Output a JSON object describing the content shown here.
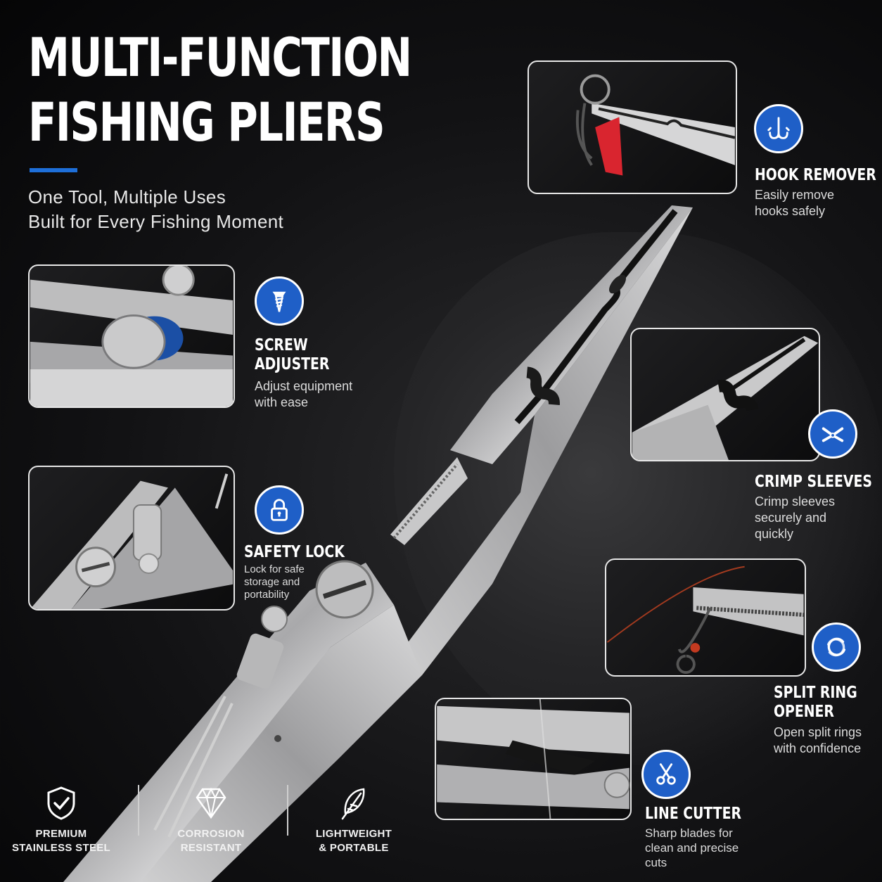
{
  "header": {
    "title_line1": "MULTI-FUNCTION",
    "title_line2": "FISHING PLIERS",
    "subtitle_line1": "One Tool, Multiple Uses",
    "subtitle_line2": "Built for Every Fishing Moment"
  },
  "colors": {
    "accent": "#1f5fc7",
    "background": "#121214",
    "text": "#ffffff"
  },
  "features": {
    "hook_remover": {
      "icon": "hook-icon",
      "title": "HOOK REMOVER",
      "desc_line1": "Easily remove",
      "desc_line2": "hooks safely"
    },
    "screw_adjuster": {
      "icon": "screw-icon",
      "title_line1": "SCREW",
      "title_line2": "ADJUSTER",
      "desc_line1": "Adjust equipment",
      "desc_line2": "with ease"
    },
    "safety_lock": {
      "icon": "padlock-icon",
      "title": "SAFETY LOCK",
      "desc_line1": "Lock for safe",
      "desc_line2": "storage and",
      "desc_line3": "portability"
    },
    "crimp_sleeves": {
      "icon": "crimp-icon",
      "title": "CRIMP SLEEVES",
      "desc_line1": "Crimp sleeves",
      "desc_line2": "securely and",
      "desc_line3": "quickly"
    },
    "split_ring_opener": {
      "icon": "split-ring-icon",
      "title_line1": "SPLIT RING",
      "title_line2": "OPENER",
      "desc_line1": "Open split rings",
      "desc_line2": "with confidence"
    },
    "line_cutter": {
      "icon": "scissors-icon",
      "title": "LINE CUTTER",
      "desc_line1": "Sharp blades for",
      "desc_line2": "clean and precise",
      "desc_line3": "cuts"
    }
  },
  "bottom_badges": [
    {
      "icon": "shield-check-icon",
      "line1": "PREMIUM",
      "line2": "STAINLESS STEEL"
    },
    {
      "icon": "diamond-icon",
      "line1": "CORROSION",
      "line2": "RESISTANT"
    },
    {
      "icon": "feather-icon",
      "line1": "LIGHTWEIGHT",
      "line2": "& PORTABLE"
    }
  ]
}
